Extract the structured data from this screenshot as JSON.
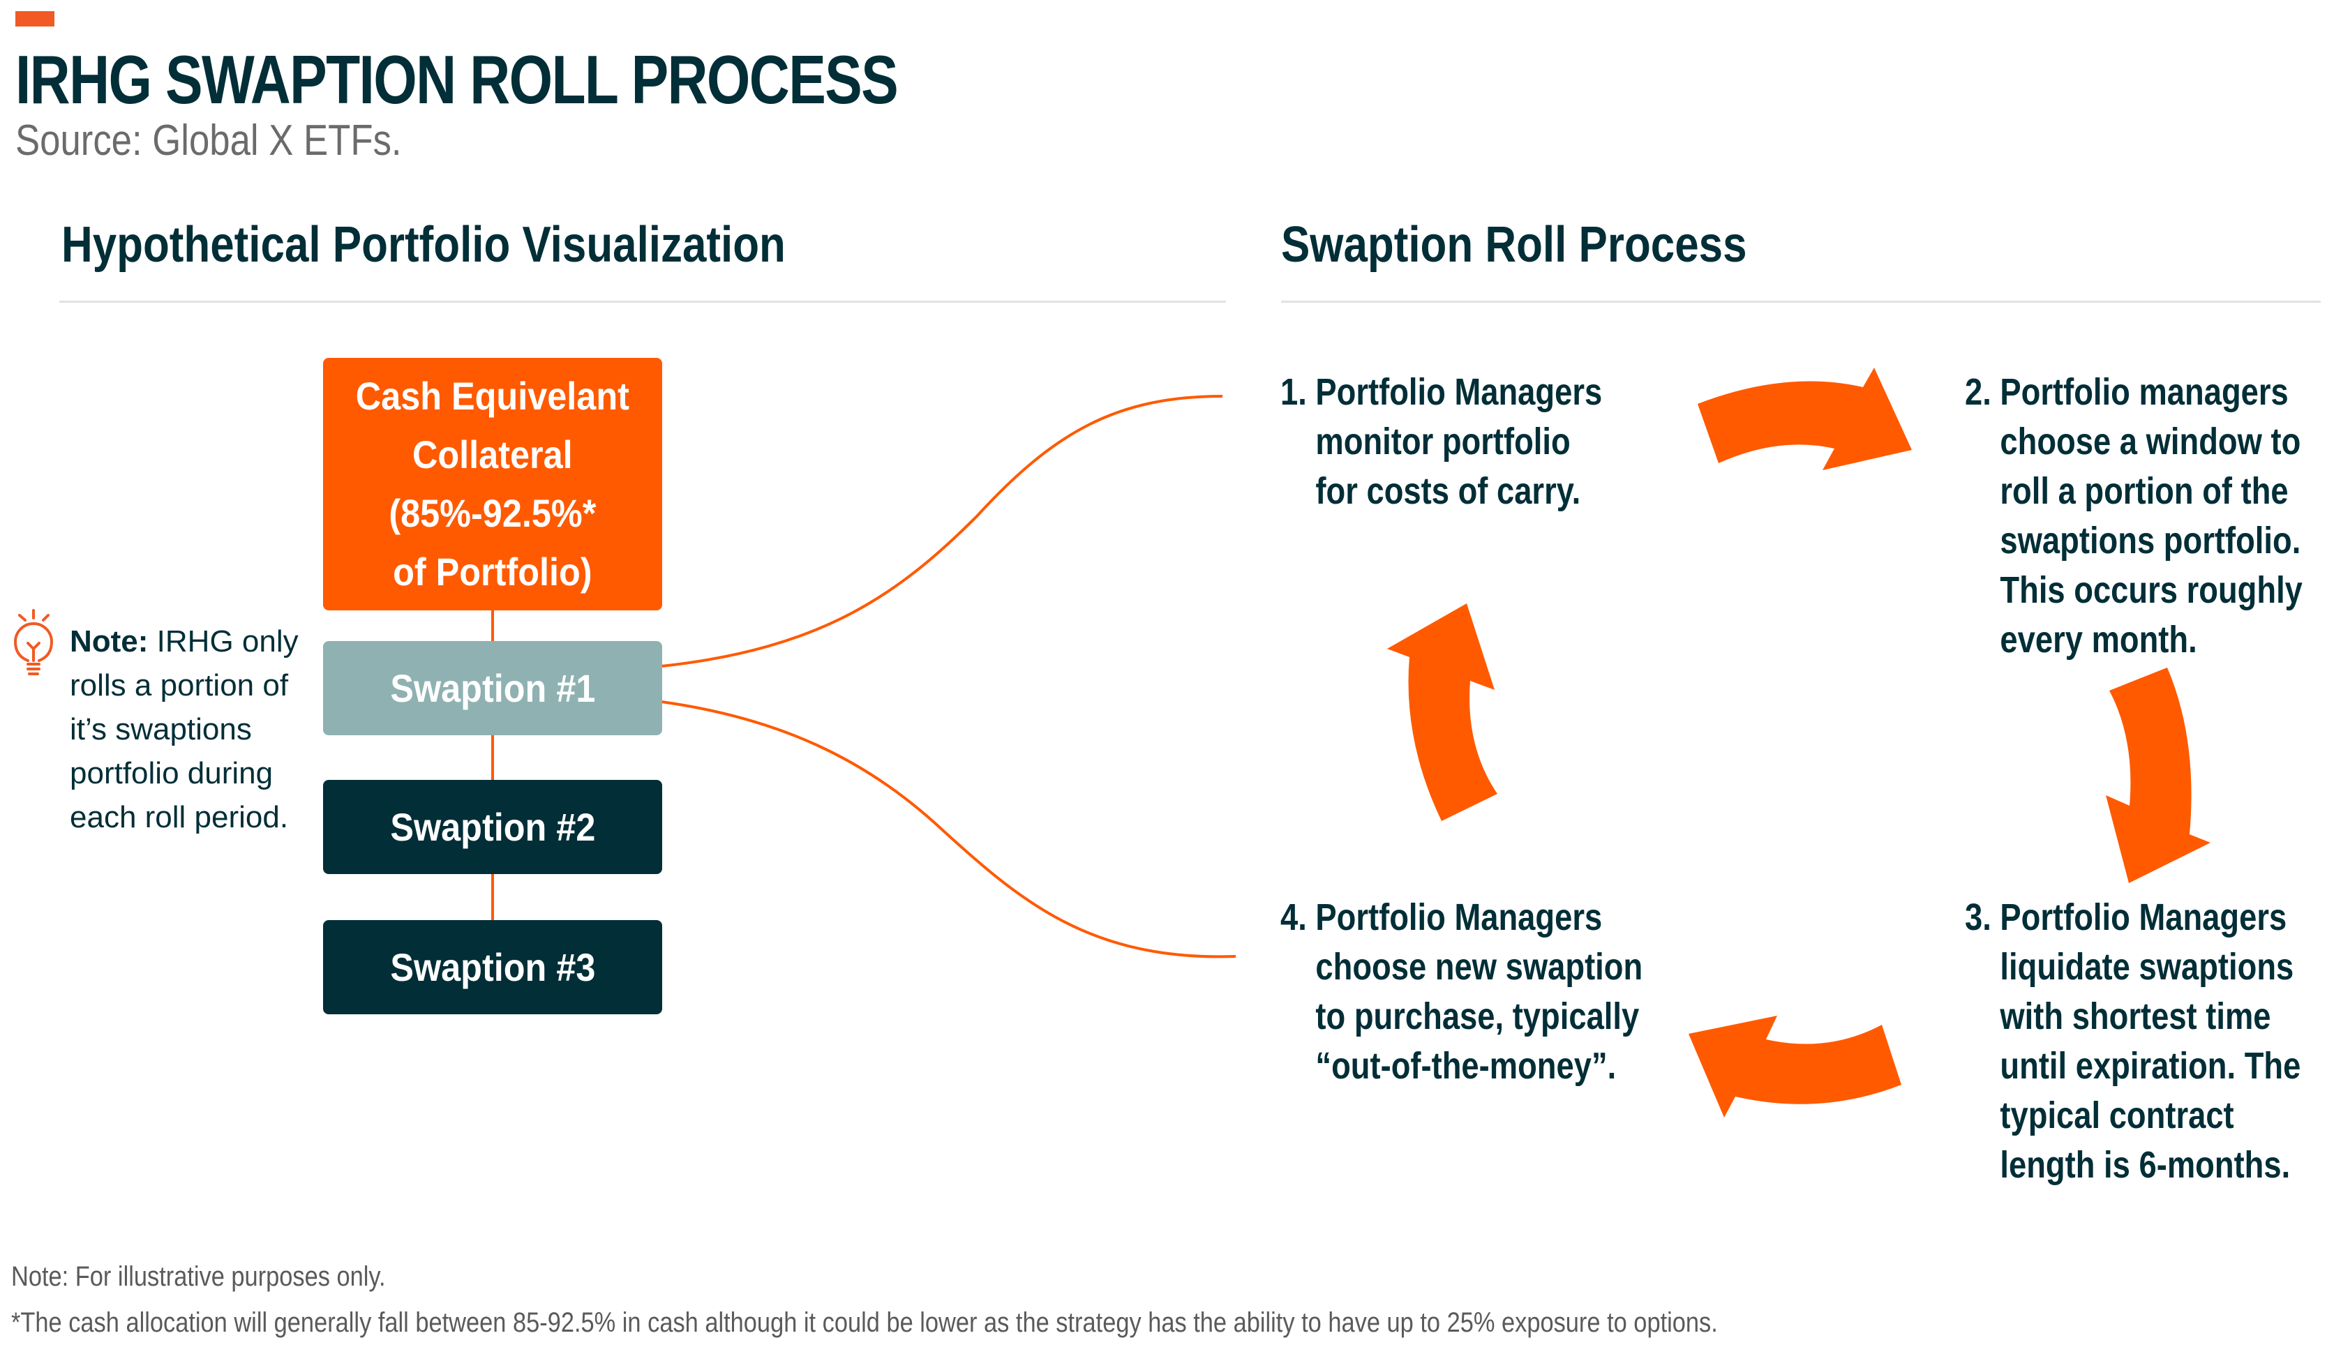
{
  "header": {
    "title": "IRHG SWAPTION ROLL PROCESS",
    "source": "Source: Global X ETFs."
  },
  "left_section": {
    "title": "Hypothetical Portfolio Visualization",
    "boxes": [
      {
        "lines": [
          "Cash Equivelant",
          "Collateral",
          "(85%-92.5%*",
          "of Portfolio)"
        ],
        "color": "#ff5a00"
      },
      {
        "label": "Swaption #1",
        "color": "#8fb1b1"
      },
      {
        "label": "Swaption #2",
        "color": "#022e37"
      },
      {
        "label": "Swaption #3",
        "color": "#022e37"
      }
    ],
    "note": {
      "icon": "lightbulb-icon",
      "bold": "Note:",
      "text": " IRHG only rolls a portion of it’s swaptions portfolio during each roll period."
    }
  },
  "right_section": {
    "title": "Swaption Roll Process",
    "steps": [
      {
        "num": "1.",
        "lines": [
          "Portfolio Managers",
          "monitor portfolio",
          "for costs of carry."
        ]
      },
      {
        "num": "2.",
        "lines": [
          "Portfolio managers",
          "choose a window to",
          "roll a portion of the",
          "swaptions portfolio.",
          "This occurs roughly",
          "every month."
        ]
      },
      {
        "num": "3.",
        "lines": [
          "Portfolio Managers",
          "liquidate swaptions",
          "with shortest time",
          "until expiration. The",
          "typical contract",
          "length is 6-months."
        ]
      },
      {
        "num": "4.",
        "lines": [
          "Portfolio Managers",
          "choose new swaption",
          "to purchase, typically",
          "“out-of-the-money”."
        ]
      }
    ],
    "arrow_color": "#ff5a00"
  },
  "footer": {
    "note": "Note: For illustrative purposes only.",
    "asterisk": "*The cash allocation will generally fall between 85-92.5% in cash although it could be lower as the strategy has the ability to have up to 25% exposure to options."
  },
  "colors": {
    "brand_orange": "#ff5a00",
    "accent_orange": "#f15a24",
    "dark_teal": "#022e37",
    "muted_teal": "#8fb1b1"
  }
}
